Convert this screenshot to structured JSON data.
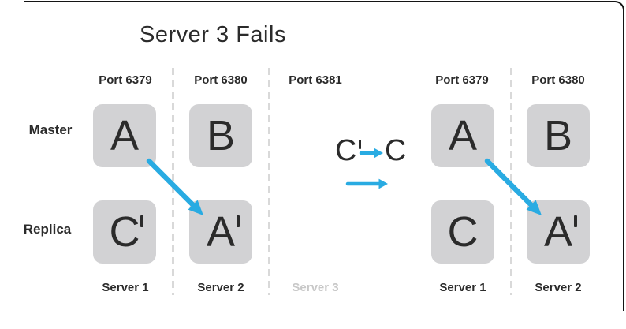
{
  "title": "Server 3 Fails",
  "colors": {
    "accent_blue": "#29abe2",
    "box_fill": "#d2d2d4",
    "text_dark": "#2b2b2b",
    "muted_gray": "#c8c8c8",
    "dash_gray": "#d9d9d9",
    "frame_black": "#141414"
  },
  "left_diagram": {
    "port_labels": [
      "Port 6379",
      "Port 6380",
      "Port 6381"
    ],
    "row_labels": {
      "master": "Master",
      "replica": "Replica"
    },
    "server_labels": [
      "Server 1",
      "Server 2",
      "Server 3"
    ],
    "boxes": {
      "master": [
        {
          "letter": "A",
          "prime": false
        },
        {
          "letter": "B",
          "prime": false
        }
      ],
      "replica": [
        {
          "letter": "C",
          "prime": true
        },
        {
          "letter": "A",
          "prime": true
        }
      ]
    }
  },
  "transition": {
    "from_letter": "C",
    "from_prime": true,
    "to_letter": "C"
  },
  "right_diagram": {
    "port_labels": [
      "Port 6379",
      "Port 6380"
    ],
    "server_labels": [
      "Server 1",
      "Server 2"
    ],
    "boxes": {
      "master": [
        {
          "letter": "A",
          "prime": false
        },
        {
          "letter": "B",
          "prime": false
        }
      ],
      "replica": [
        {
          "letter": "C",
          "prime": false
        },
        {
          "letter": "A",
          "prime": true
        }
      ]
    }
  }
}
